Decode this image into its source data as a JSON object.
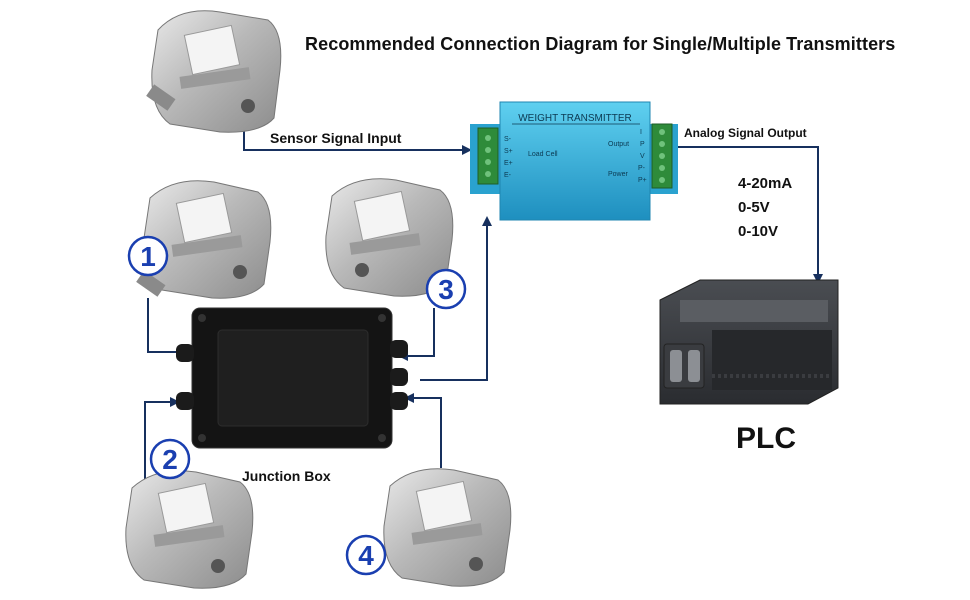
{
  "title": "Recommended Connection Diagram for Single/Multiple Transmitters",
  "labels": {
    "sensor_input": "Sensor Signal Input",
    "analog_output": "Analog Signal Output",
    "junction_box": "Junction Box",
    "plc": "PLC"
  },
  "output_options": [
    "4-20mA",
    "0-5V",
    "0-10V"
  ],
  "transmitter": {
    "name": "WEIGHT TRANSMITTER",
    "left_terminals": [
      "S-",
      "S+",
      "E+",
      "E-"
    ],
    "left_group": "Load Cell",
    "right_terminals": [
      "I",
      "P",
      "V",
      "P-",
      "P+"
    ],
    "output_group": "Output",
    "power_group": "Power"
  },
  "sensor_numbers": [
    "1",
    "2",
    "3",
    "4"
  ],
  "colors": {
    "arrow": "#17305e",
    "number_blue": "#1a3fb0",
    "transmitter_body": "#2fb6e0",
    "terminal_green": "#2e8b3a"
  }
}
